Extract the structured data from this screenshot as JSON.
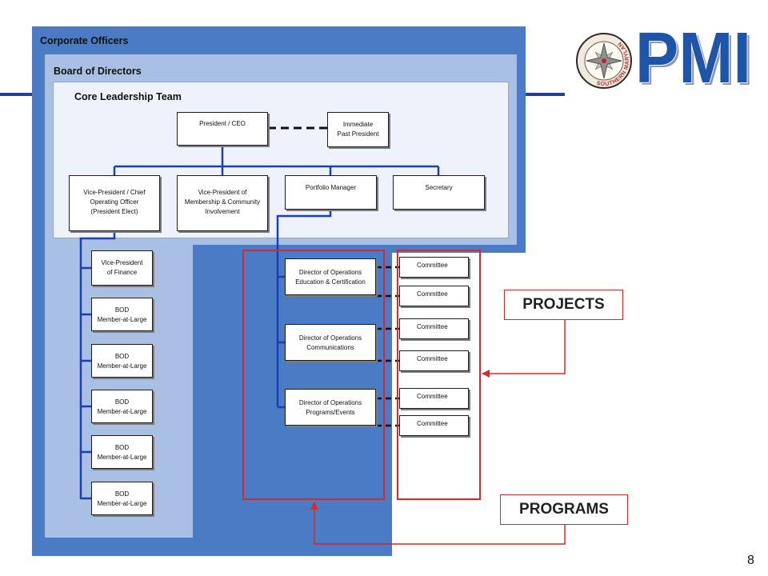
{
  "theme": {
    "corporate_blue": "#4a7bc4",
    "board_blue": "#a9bfe3",
    "core_panel": "#eef2fb",
    "connector_blue": "#1d3faf",
    "highlight_red": "#d62b2b",
    "navy_rule": "#243f8f",
    "logo_blue": "#1f55a8"
  },
  "logo": {
    "emblem_icon": "compass-icon",
    "letters": "PMI",
    "ring_text": "SOUTHERN MARYLAND"
  },
  "panels": {
    "corporate_officers": "Corporate Officers",
    "board_of_directors": "Board of Directors",
    "core_leadership_team": "Core Leadership Team"
  },
  "core_leadership": {
    "president": "President / CEO",
    "past_president": "Immediate\nPast President",
    "vice_presidents": [
      "Vice-President / Chief\nOperating Officer\n(President Elect)",
      "Vice-President of\nMembership & Community\nInvolvement"
    ],
    "portfolio_manager": "Portfolio Manager",
    "secretary": "Secretary"
  },
  "board_members": {
    "vp_finance": "Vice-President\nof Finance",
    "members_at_large": [
      "BOD\nMember-at-Large",
      "BOD\nMember-at-Large",
      "BOD\nMember-at-Large",
      "BOD\nMember-at-Large",
      "BOD\nMember-at-Large"
    ]
  },
  "directors": [
    "Director of Operations\nEducation & Certification",
    "Director of Operations\nCommunications",
    "Director of Operations\nPrograms/Events"
  ],
  "committees": [
    "Committee",
    "Committee",
    "Committee",
    "Committee",
    "Committee",
    "Committee"
  ],
  "callouts": {
    "projects": "PROJECTS",
    "programs": "PROGRAMS"
  },
  "page_number": "8"
}
